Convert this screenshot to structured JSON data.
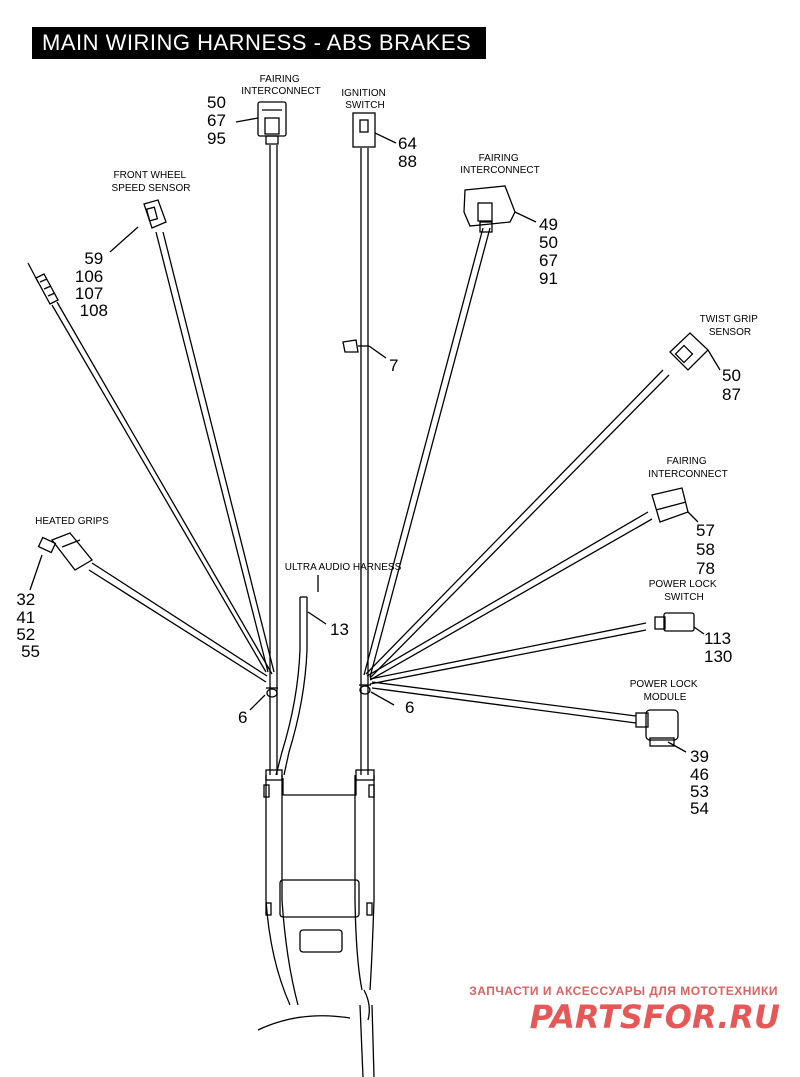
{
  "title": "MAIN WIRING HARNESS - ABS BRAKES",
  "labels": {
    "fairing_top": [
      "FAIRING",
      "INTERCONNECT"
    ],
    "ignition": [
      "IGNITION",
      "SWITCH"
    ],
    "fairing_right": [
      "FAIRING",
      "INTERCONNECT"
    ],
    "front_wheel": [
      "FRONT WHEEL",
      "SPEED SENSOR"
    ],
    "twist_grip": [
      "TWIST GRIP",
      "SENSOR"
    ],
    "fairing_lower": [
      "FAIRING",
      "INTERCONNECT"
    ],
    "heated_grips": "HEATED GRIPS",
    "ultra_audio": "ULTRA AUDIO HARNESS",
    "power_lock_switch": [
      "POWER LOCK",
      "SWITCH"
    ],
    "power_lock_module": [
      "POWER LOCK",
      "MODULE"
    ]
  },
  "callouts": {
    "fairing_top": [
      "50",
      "67",
      "95"
    ],
    "ignition": [
      "64",
      "88"
    ],
    "fairing_right": [
      "49",
      "50",
      "67",
      "91"
    ],
    "front_wheel": [
      "59",
      "106",
      "107",
      "108"
    ],
    "clip": [
      "7"
    ],
    "twist_grip": [
      "50",
      "87"
    ],
    "fairing_lower": [
      "57",
      "58",
      "78"
    ],
    "heated_grips": [
      "32",
      "41",
      "52",
      "55"
    ],
    "ultra_audio": [
      "13"
    ],
    "power_lock_switch": [
      "113",
      "130"
    ],
    "tie_left": [
      "6"
    ],
    "tie_right": [
      "6"
    ],
    "power_lock_module": [
      "39",
      "46",
      "53",
      "54"
    ]
  },
  "watermark": {
    "line1": "ЗАПЧАСТИ И АКСЕССУАРЫ ДЛЯ МОТОТЕХНИКИ",
    "line2": "PARTSFOR.RU"
  },
  "colors": {
    "ink": "#000000",
    "watermark": "#e23c3c",
    "title_bg": "#000000",
    "title_fg": "#ffffff"
  }
}
